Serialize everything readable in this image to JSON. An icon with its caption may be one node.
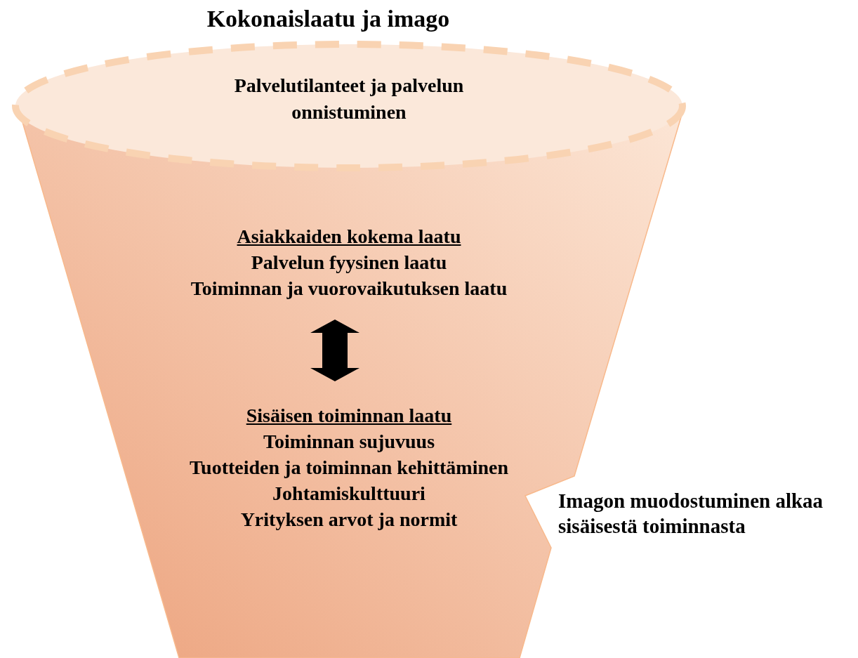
{
  "diagram": {
    "title": "Kokonaislaatu ja imago",
    "nodes": [
      {
        "text": [],
        "shape": "funnel"
      },
      {
        "text": [
          "Palvelutilanteet ja palvelun onnistuminen"
        ]
      },
      {
        "text": [
          "Asiakkaiden kokema laatu",
          "Palvelun fyysinen laatu",
          "Toiminnan ja vuorovaikutuksen laatu"
        ],
        "in": 0
      },
      {
        "text": [
          "Sisäisen toiminnan laatu",
          "Toiminnan sujuvuus",
          "Tuotteiden ja toiminnan kehittäminen",
          "Johtamiskulttuuri",
          "Yrityksen arvot ja normit"
        ],
        "in": 0
      }
    ],
    "edges": [
      {
        "from": 2,
        "to": 3,
        "arrow": "both",
        "style": "thick"
      }
    ],
    "labels": [
      "Imagon muodostuminen alkaa sisäisestä toiminnasta"
    ]
  }
}
